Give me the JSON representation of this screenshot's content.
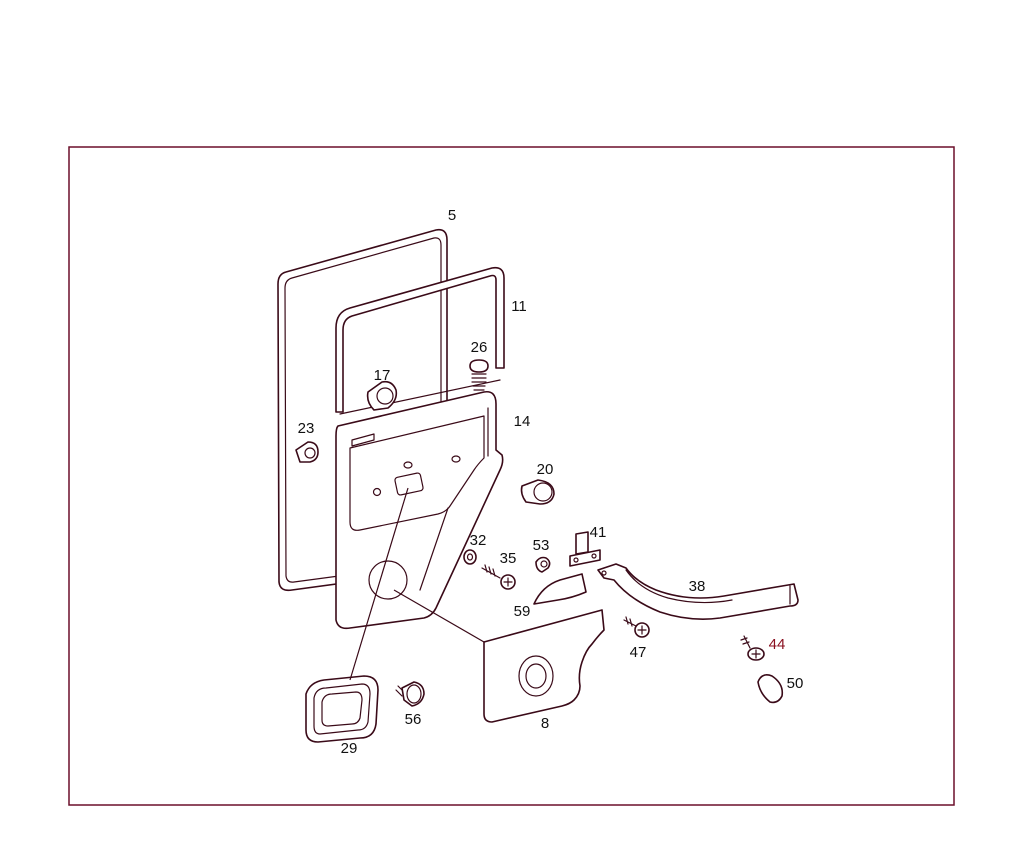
{
  "diagram": {
    "callouts": {
      "c5": "5",
      "c11": "11",
      "c14": "14",
      "c17": "17",
      "c20": "20",
      "c23": "23",
      "c26": "26",
      "c29": "29",
      "c32": "32",
      "c35": "35",
      "c38": "38",
      "c41": "41",
      "c44": "44",
      "c47": "47",
      "c50": "50",
      "c53": "53",
      "c56": "56",
      "c59": "59",
      "c8": "8"
    },
    "colors": {
      "frame": "#6b0f2a",
      "line": "#3a0a18",
      "text": "#111111",
      "accent": "#8a0f1f"
    }
  }
}
